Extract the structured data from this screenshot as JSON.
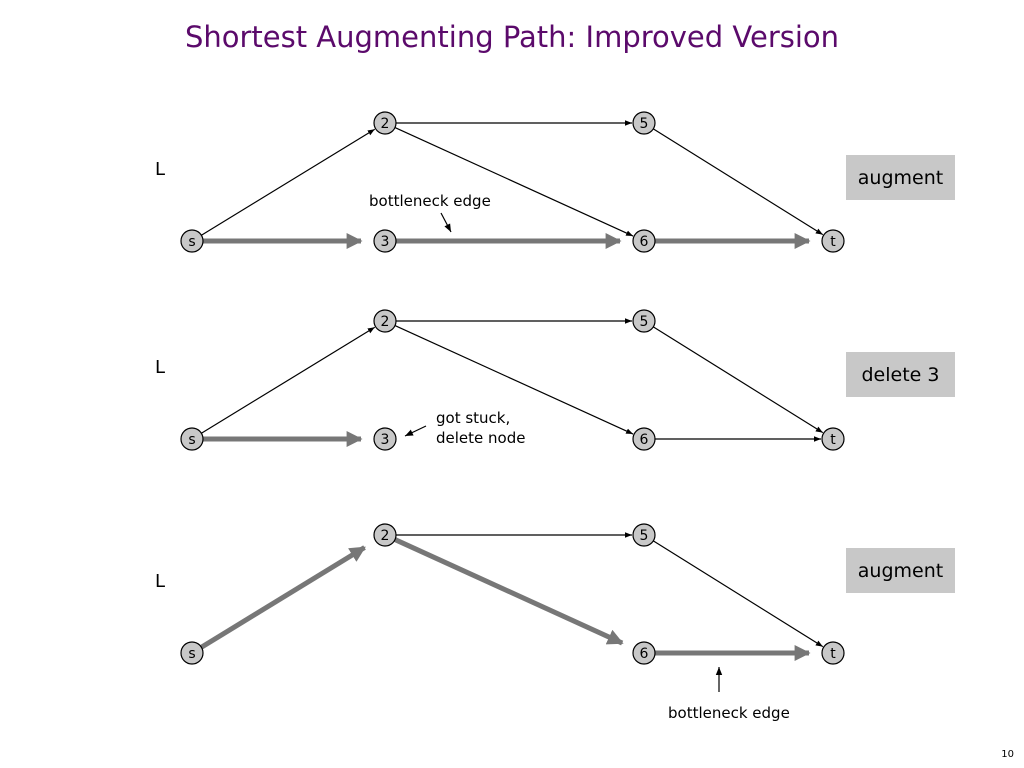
{
  "title": "Shortest Augmenting Path:  Improved Version",
  "page_number": "10",
  "colors": {
    "title": "#5b0a6b",
    "node_fill": "#c8c8c8",
    "highlight_edge": "#777777",
    "action_box": "#c8c8c8"
  },
  "panels": [
    {
      "layer_label": "L",
      "action": "augment",
      "nodes": [
        "2",
        "5",
        "s",
        "3",
        "6",
        "t"
      ],
      "thick_edges": [
        [
          "s",
          "3"
        ],
        [
          "3",
          "6"
        ],
        [
          "6",
          "t"
        ]
      ],
      "thin_edges": [
        [
          "s",
          "2"
        ],
        [
          "2",
          "5"
        ],
        [
          "2",
          "6"
        ],
        [
          "5",
          "t"
        ]
      ],
      "annotation": [
        "bottleneck edge"
      ]
    },
    {
      "layer_label": "L",
      "action": "delete 3",
      "nodes": [
        "2",
        "5",
        "s",
        "3",
        "6",
        "t"
      ],
      "thick_edges": [
        [
          "s",
          "3"
        ]
      ],
      "thin_edges": [
        [
          "s",
          "2"
        ],
        [
          "2",
          "5"
        ],
        [
          "2",
          "6"
        ],
        [
          "5",
          "t"
        ],
        [
          "6",
          "t"
        ]
      ],
      "annotation": [
        "got stuck,",
        "delete node"
      ]
    },
    {
      "layer_label": "L",
      "action": "augment",
      "nodes": [
        "2",
        "5",
        "s",
        "6",
        "t"
      ],
      "thick_edges": [
        [
          "s",
          "2"
        ],
        [
          "2",
          "6"
        ],
        [
          "6",
          "t"
        ]
      ],
      "thin_edges": [
        [
          "2",
          "5"
        ],
        [
          "5",
          "t"
        ]
      ],
      "annotation": [
        "bottleneck edge"
      ]
    }
  ]
}
